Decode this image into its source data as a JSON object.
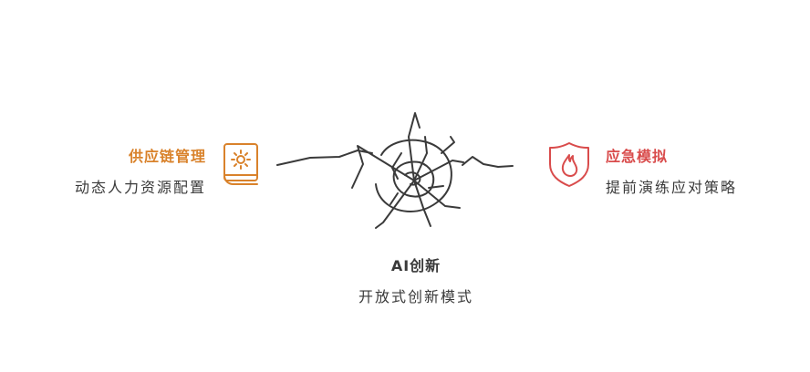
{
  "left": {
    "title": "供应链管理",
    "description": "动态人力资源配置",
    "icon": "gear-book-icon",
    "color": "#d9822b"
  },
  "right": {
    "title": "应急模拟",
    "description": "提前演练应对策略",
    "icon": "flame-shield-icon",
    "color": "#d94c4c"
  },
  "center": {
    "title": "AI创新",
    "description": "开放式创新模式"
  }
}
